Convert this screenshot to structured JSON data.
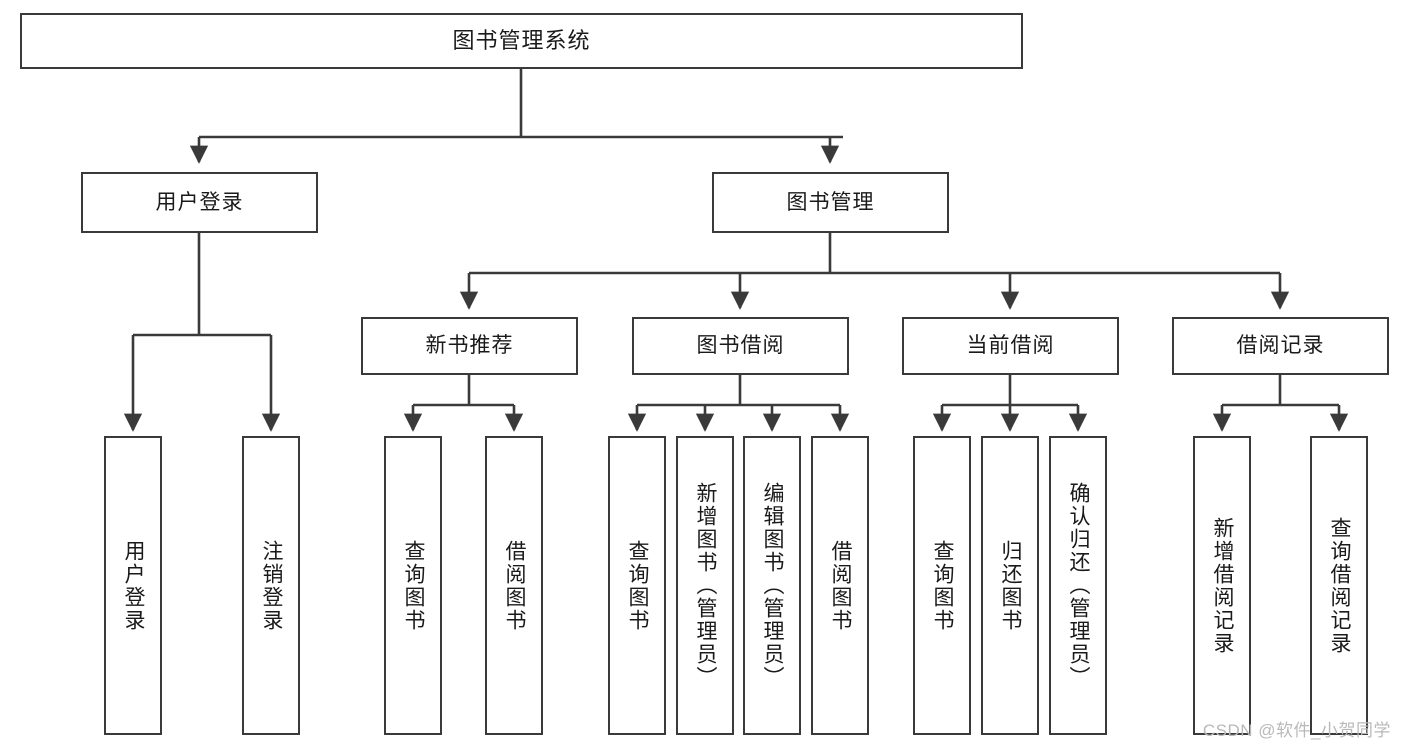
{
  "diagram": {
    "title": "图书管理系统",
    "type": "hierarchy-tree",
    "watermark": "CSDN @软件_小贺同学",
    "colors": {
      "stroke": "#3a3a3a",
      "fill": "#ffffff",
      "text": "#1a1a1a",
      "watermark": "#b9b9b9"
    },
    "root": {
      "id": "root",
      "label": "图书管理系统"
    },
    "level2": [
      {
        "id": "user-login",
        "label": "用户登录"
      },
      {
        "id": "book-manage",
        "label": "图书管理"
      }
    ],
    "level3": [
      {
        "id": "new-book-rec",
        "label": "新书推荐",
        "parent": "book-manage"
      },
      {
        "id": "book-borrow",
        "label": "图书借阅",
        "parent": "book-manage"
      },
      {
        "id": "current-borrow",
        "label": "当前借阅",
        "parent": "book-manage"
      },
      {
        "id": "borrow-record",
        "label": "借阅记录",
        "parent": "book-manage"
      }
    ],
    "leaves": [
      {
        "id": "leaf-user-login",
        "label": "用户登录",
        "parent": "user-login"
      },
      {
        "id": "leaf-logout",
        "label": "注销登录",
        "parent": "user-login"
      },
      {
        "id": "leaf-query-book-1",
        "label": "查询图书",
        "parent": "new-book-rec"
      },
      {
        "id": "leaf-borrow-book-1",
        "label": "借阅图书",
        "parent": "new-book-rec"
      },
      {
        "id": "leaf-query-book-2",
        "label": "查询图书",
        "parent": "book-borrow"
      },
      {
        "id": "leaf-add-book",
        "label": "新增图书（管理员）",
        "parent": "book-borrow"
      },
      {
        "id": "leaf-edit-book",
        "label": "编辑图书（管理员）",
        "parent": "book-borrow"
      },
      {
        "id": "leaf-borrow-book-2",
        "label": "借阅图书",
        "parent": "book-borrow"
      },
      {
        "id": "leaf-query-book-3",
        "label": "查询图书",
        "parent": "current-borrow"
      },
      {
        "id": "leaf-return-book",
        "label": "归还图书",
        "parent": "current-borrow"
      },
      {
        "id": "leaf-confirm-return",
        "label": "确认归还（管理员）",
        "parent": "current-borrow"
      },
      {
        "id": "leaf-add-record",
        "label": "新增借阅记录",
        "parent": "borrow-record"
      },
      {
        "id": "leaf-query-record",
        "label": "查询借阅记录",
        "parent": "borrow-record"
      }
    ]
  }
}
